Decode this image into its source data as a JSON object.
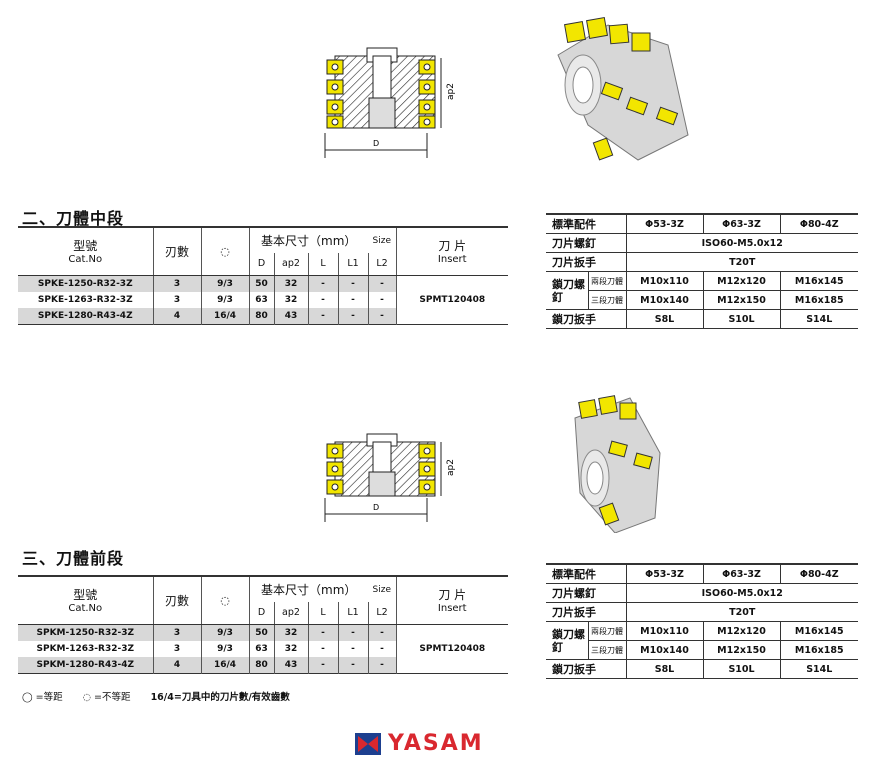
{
  "sections": [
    {
      "title": "二、刀體中段",
      "header": {
        "model_cn": "型號",
        "model_en": "Cat.No",
        "teeth": "刃數",
        "basic_size": "基本尺寸（mm）",
        "size": "Size",
        "insert_cn": "刀 片",
        "insert_en": "Insert",
        "dims": [
          "D",
          "ap2",
          "L",
          "L1",
          "L2"
        ]
      },
      "rows": [
        {
          "model": "SPKE-1250-R32-3Z",
          "teeth": "3",
          "pitch": "9/3",
          "D": "50",
          "ap2": "32",
          "L": "-",
          "L1": "-",
          "L2": "-"
        },
        {
          "model": "SPKE-1263-R32-3Z",
          "teeth": "3",
          "pitch": "9/3",
          "D": "63",
          "ap2": "32",
          "L": "-",
          "L1": "-",
          "L2": "-"
        },
        {
          "model": "SPKE-1280-R43-4Z",
          "teeth": "4",
          "pitch": "16/4",
          "D": "80",
          "ap2": "43",
          "L": "-",
          "L1": "-",
          "L2": "-"
        }
      ],
      "insert": "SPMT120408",
      "accessories": {
        "header": [
          "標準配件",
          "Φ53-3Z",
          "Φ63-3Z",
          "Φ80-4Z"
        ],
        "insert_screw": {
          "label": "刀片螺釘",
          "value": "ISO60-M5.0x12"
        },
        "insert_wrench": {
          "label": "刀片扳手",
          "value": "T20T"
        },
        "lock_screw": {
          "label": "鎖刀螺釘",
          "two": {
            "label": "兩段刀體",
            "values": [
              "M10x110",
              "M12x120",
              "M16x145"
            ]
          },
          "three": {
            "label": "三段刀體",
            "values": [
              "M10x140",
              "M12x150",
              "M16x185"
            ]
          }
        },
        "lock_wrench": {
          "label": "鎖刀扳手",
          "values": [
            "S8L",
            "S10L",
            "S14L"
          ]
        }
      }
    },
    {
      "title": "三、刀體前段",
      "header": {
        "model_cn": "型號",
        "model_en": "Cat.No",
        "teeth": "刃數",
        "basic_size": "基本尺寸（mm）",
        "size": "Size",
        "insert_cn": "刀 片",
        "insert_en": "Insert",
        "dims": [
          "D",
          "ap2",
          "L",
          "L1",
          "L2"
        ]
      },
      "rows": [
        {
          "model": "SPKM-1250-R32-3Z",
          "teeth": "3",
          "pitch": "9/3",
          "D": "50",
          "ap2": "32",
          "L": "-",
          "L1": "-",
          "L2": "-"
        },
        {
          "model": "SPKM-1263-R32-3Z",
          "teeth": "3",
          "pitch": "9/3",
          "D": "63",
          "ap2": "32",
          "L": "-",
          "L1": "-",
          "L2": "-"
        },
        {
          "model": "SPKM-1280-R43-4Z",
          "teeth": "4",
          "pitch": "16/4",
          "D": "80",
          "ap2": "43",
          "L": "-",
          "L1": "-",
          "L2": "-"
        }
      ],
      "insert": "SPMT120408",
      "accessories": {
        "header": [
          "標準配件",
          "Φ53-3Z",
          "Φ63-3Z",
          "Φ80-4Z"
        ],
        "insert_screw": {
          "label": "刀片螺釘",
          "value": "ISO60-M5.0x12"
        },
        "insert_wrench": {
          "label": "刀片扳手",
          "value": "T20T"
        },
        "lock_screw": {
          "label": "鎖刀螺釘",
          "two": {
            "label": "兩段刀體",
            "values": [
              "M10x110",
              "M12x120",
              "M16x145"
            ]
          },
          "three": {
            "label": "三段刀體",
            "values": [
              "M10x140",
              "M12x150",
              "M16x185"
            ]
          }
        },
        "lock_wrench": {
          "label": "鎖刀扳手",
          "values": [
            "S8L",
            "S10L",
            "S14L"
          ]
        }
      }
    }
  ],
  "diagram_labels": {
    "D": "D",
    "ap2": "ap2"
  },
  "footnote": {
    "equal": "=等距",
    "unequal": "=不等距",
    "note": "16/4=刀具中的刀片數/有效齒數"
  },
  "brand": {
    "name": "YASAM",
    "color": "#d9282f"
  }
}
